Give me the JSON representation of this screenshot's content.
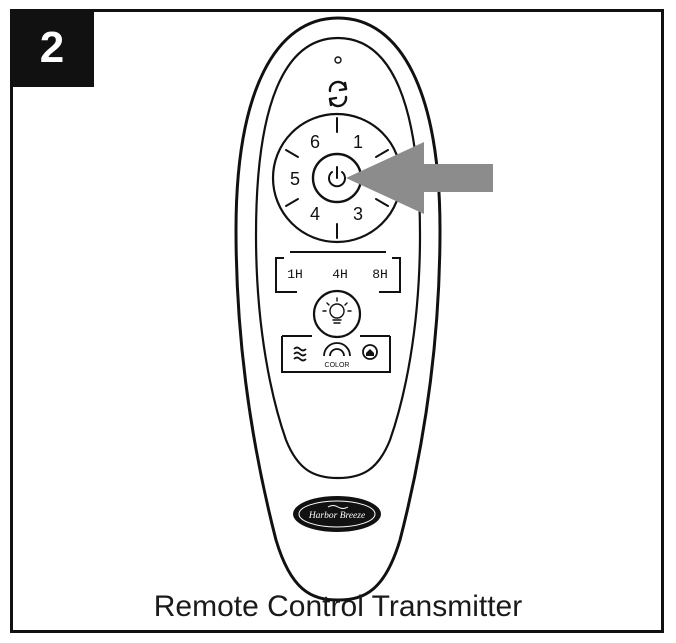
{
  "step_number": "2",
  "caption": "Remote Control Transmitter",
  "buttons": {
    "speed_1": "1",
    "speed_3": "3",
    "speed_4": "4",
    "speed_5": "5",
    "speed_6": "6",
    "timer_1h": "1H",
    "timer_4h": "4H",
    "timer_8h": "8H",
    "color_label": "COLOR"
  },
  "brand_logo": "Harbor Breeze",
  "arrow_color": "#8c8c8c",
  "icons": [
    "reverse-icon",
    "power-icon",
    "light-bulb-icon",
    "breeze-icon",
    "color-temperature-icon",
    "home-icon"
  ]
}
